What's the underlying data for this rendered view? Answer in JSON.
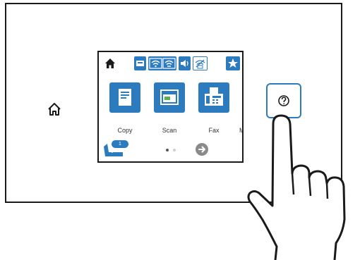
{
  "apps": [
    {
      "label": "Copy",
      "icon": "copy-icon"
    },
    {
      "label": "Scan",
      "icon": "scan-icon"
    },
    {
      "label": "Fax",
      "icon": "fax-icon"
    },
    {
      "label": "M",
      "icon": "more-app-icon"
    }
  ],
  "fax_badge": "1",
  "colors": {
    "accent": "#2d7bbf",
    "border": "#1a1a1a"
  },
  "icons": {
    "panel_home": "home-outline-icon",
    "screen_home": "home-icon",
    "status": [
      "paper-icon",
      "wifi-icon",
      "wifi-direct-icon",
      "sound-icon",
      "no-wireless-icon",
      "star-icon"
    ],
    "help": "question-icon",
    "next_page": "arrow-right-icon",
    "hand": "pointing-hand-icon"
  }
}
